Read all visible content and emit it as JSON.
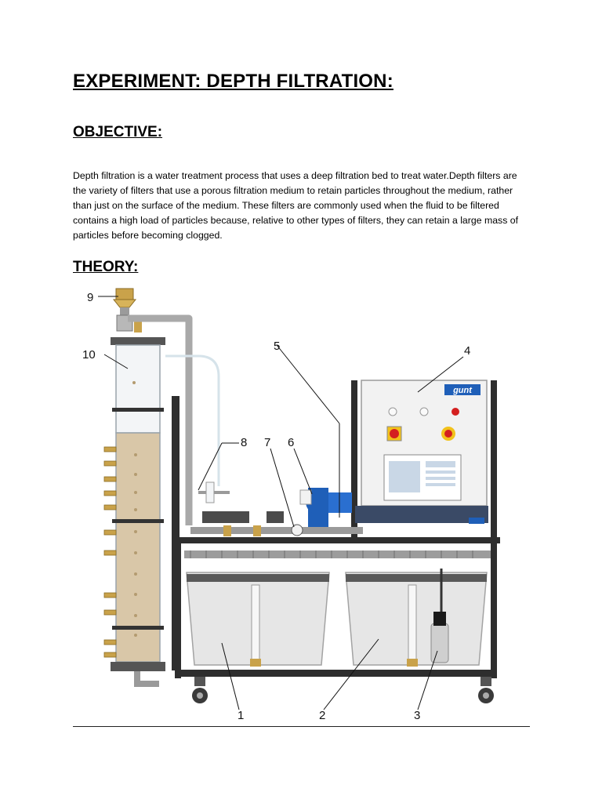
{
  "document": {
    "title": "EXPERIMENT: DEPTH FILTRATION:",
    "objective_heading": "OBJECTIVE:",
    "objective_text": "Depth filtration is a water treatment process that uses a deep filtration bed to treat water.Depth filters are the variety of filters that use a porous filtration medium to retain particles throughout the medium, rather than just on the surface of the medium. These filters are commonly used when the fluid to be filtered contains a high load of particles because, relative to other types of filters, they can retain a large mass of particles before becoming clogged.",
    "theory_heading": "THEORY:"
  },
  "figure": {
    "callouts": [
      "1",
      "2",
      "3",
      "4",
      "5",
      "6",
      "7",
      "8",
      "9",
      "10"
    ],
    "brand_logo": "gunt",
    "colors": {
      "frame": "#2e2e2e",
      "column_fill": "#d9c7a8",
      "tank": "#e6e6e6",
      "panel": "#f2f2f2",
      "pump": "#1f5fb8",
      "accent_red": "#d42020",
      "accent_yellow": "#f2c21b",
      "fittings": "#c9a24a"
    }
  }
}
